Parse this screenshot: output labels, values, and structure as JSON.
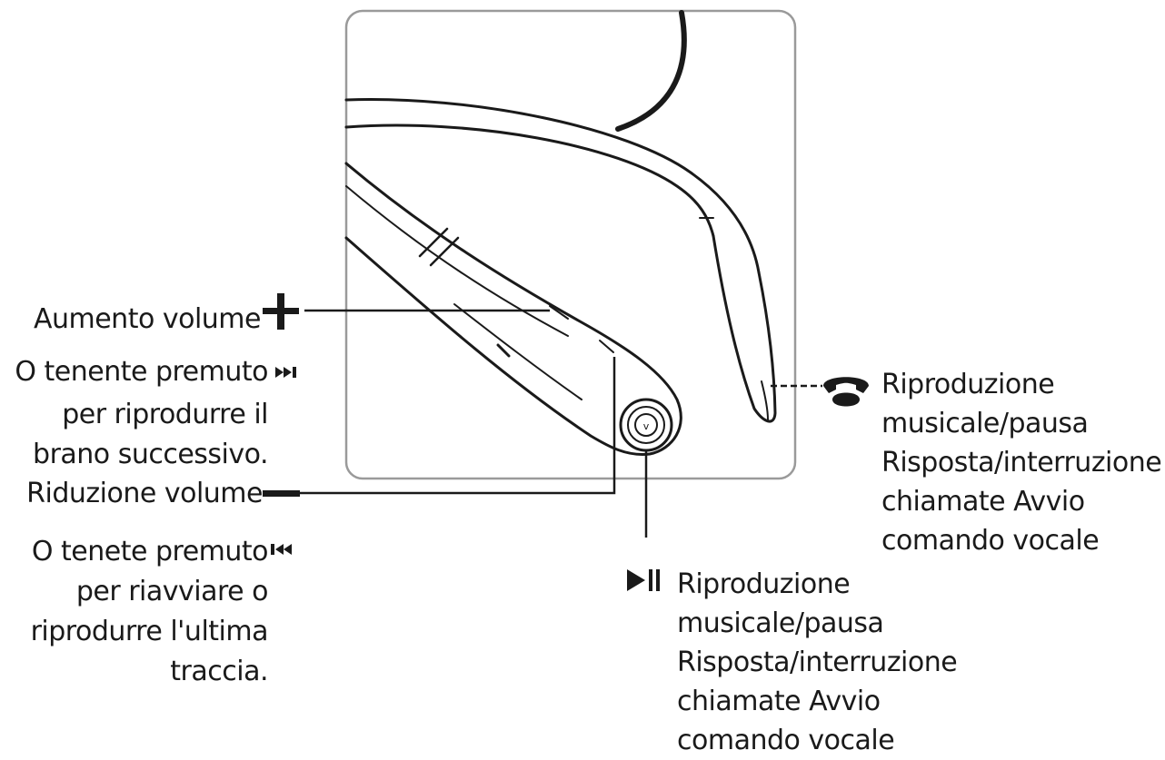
{
  "diagram": {
    "labels": {
      "volume_up": "Aumento volume",
      "hold_next": [
        "O tenente premuto",
        "per riprodurre il",
        "brano successivo."
      ],
      "volume_down": "Riduzione volume",
      "hold_prev": [
        "O tenete premuto",
        "per riavviare o",
        "riprodurre l'ultima",
        "traccia."
      ],
      "play_pause": [
        "Riproduzione",
        "musicale/pausa",
        "Risposta/interruzione",
        "chiamate Avvio",
        "comando vocale"
      ],
      "phone_button": [
        "Riproduzione",
        "musicale/pausa",
        "Risposta/interruzione",
        "chiamate Avvio",
        "comando vocale"
      ]
    },
    "symbols": {
      "plus": "plus-icon",
      "minus": "minus-icon",
      "next_track": "next-track-icon",
      "previous_track": "previous-track-icon",
      "play_pause": "play-pause-icon",
      "phone": "phone-icon"
    },
    "colors": {
      "line": "#1a1a1a",
      "frame": "#9a9a9a",
      "background": "#ffffff"
    }
  }
}
